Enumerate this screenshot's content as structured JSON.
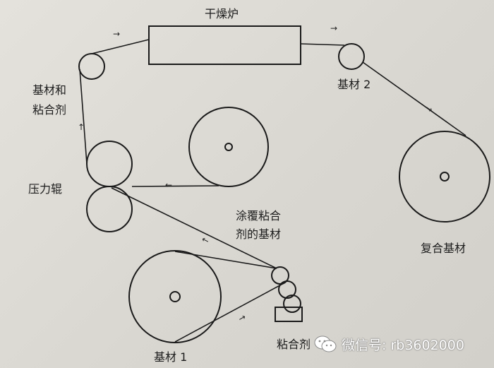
{
  "labels": {
    "dryer": "干燥炉",
    "substrate2": "基材 2",
    "substrate_adhesive_line1": "基材和",
    "substrate_adhesive_line2": "粘合剂",
    "press_roller": "压力辊",
    "coated_line1": "涂覆粘合",
    "coated_line2": "剂的基材",
    "composite": "复合基材",
    "substrate1": "基材 1",
    "adhesive": "粘合剂"
  },
  "watermark": {
    "icon": "wechat-icon",
    "text": "微信号: rb3602000"
  },
  "colors": {
    "line": "#1a1a1a",
    "paper": "#dcdad4",
    "watermark": "#ffffff"
  }
}
